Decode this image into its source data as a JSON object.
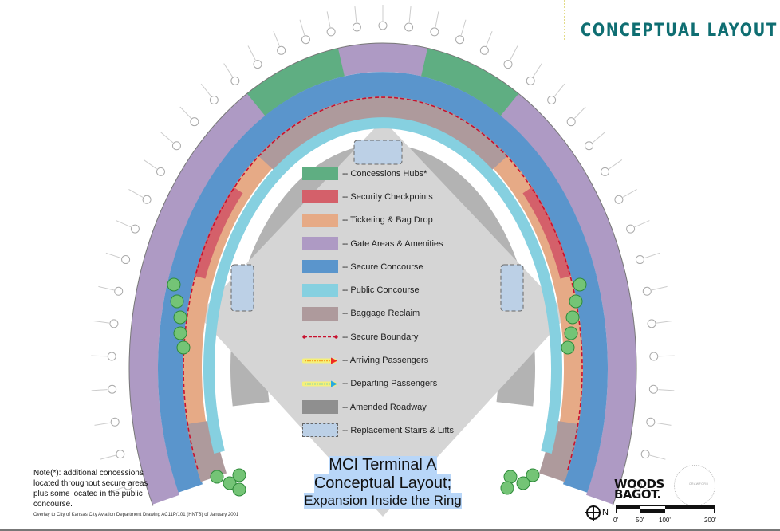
{
  "page_title": "CONCEPTUAL LAYOUT",
  "legend": [
    {
      "label": "-- Concessions Hubs*",
      "color": "#5fae82",
      "kind": "fill"
    },
    {
      "label": "-- Security Checkpoints",
      "color": "#d4606a",
      "kind": "fill"
    },
    {
      "label": "-- Ticketing & Bag Drop",
      "color": "#e6aa86",
      "kind": "fill"
    },
    {
      "label": "-- Gate Areas & Amenities",
      "color": "#ae9ac4",
      "kind": "fill"
    },
    {
      "label": "-- Secure Concourse",
      "color": "#5a95cc",
      "kind": "fill"
    },
    {
      "label": "-- Public Concourse",
      "color": "#86d0e0",
      "kind": "fill"
    },
    {
      "label": "-- Baggage Reclaim",
      "color": "#ae9a9c",
      "kind": "fill"
    },
    {
      "label": "-- Secure Boundary",
      "color": "#c8102e",
      "kind": "boundary"
    },
    {
      "label": "-- Arriving Passengers",
      "color": "#ee2a24",
      "kind": "arrive"
    },
    {
      "label": "-- Departing Passengers",
      "color": "#29a8e0",
      "kind": "depart"
    },
    {
      "label": "-- Amended Roadway",
      "color": "#8f8f8f",
      "kind": "fill"
    },
    {
      "label": "-- Replacement Stairs & Lifts",
      "color": "#bcd0e6",
      "kind": "dashed"
    }
  ],
  "caption": {
    "line1": "MCI Terminal A",
    "line2": "Conceptual Layout;",
    "line3": "Expansion Inside the Ring"
  },
  "note": "Note(*): additional concessions located throughout secure areas plus some located in the public concourse.",
  "overlay_credit": "Overlay to  City of Kansas City Aviation Department Drawing AC11P/101 (HNTB) of January 2001",
  "logos": {
    "woods_bagot": "WOODS BAGOT",
    "crawford": "CRAWFORD"
  },
  "north_label": "N",
  "scale_labels": [
    "0'",
    "50'",
    "100'",
    "200'"
  ]
}
